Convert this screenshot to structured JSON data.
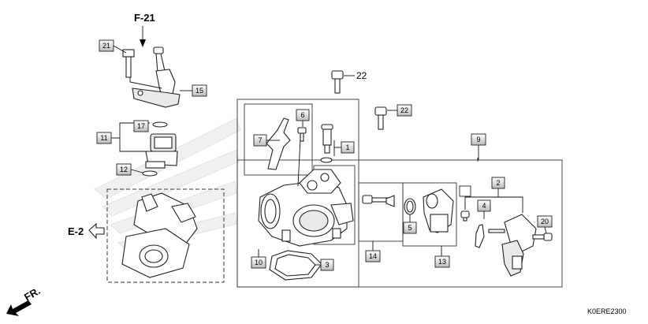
{
  "diagram": {
    "image_code": "K0ERE2300",
    "front_label": "FR.",
    "refs": {
      "top": "F-21",
      "left": "E-2"
    },
    "free_callouts": {
      "bolt_top": "22"
    },
    "callouts": {
      "c1": "1",
      "c2": "2",
      "c3": "3",
      "c4": "4",
      "c5": "5",
      "c6": "6",
      "c7": "7",
      "c9": "9",
      "c10": "10",
      "c11": "11",
      "c12": "12",
      "c13": "13",
      "c14": "14",
      "c15": "15",
      "c17": "17",
      "c20": "20",
      "c21": "21",
      "c22": "22"
    }
  }
}
